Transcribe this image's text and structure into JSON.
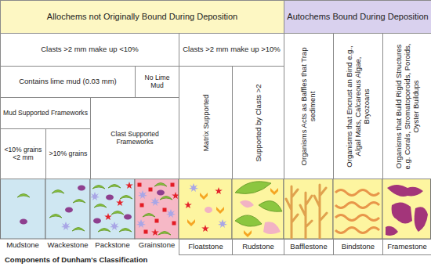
{
  "diagram": {
    "caption": "Components of Dunham's Classification",
    "nodes": [
      {
        "text": [
          "Allochems not Originally Bound During Deposition"
        ]
      },
      {
        "text": [
          "Autochems Bound During Deposition"
        ]
      },
      {
        "text": [
          "Clasts >2 mm make up <10%"
        ]
      },
      {
        "text": [
          "Clasts >2 mm make up >10%"
        ]
      },
      {
        "text": [
          "Organisms Acts as Baffles that Trap sediment"
        ]
      },
      {
        "text": [
          "Organisms that Encrust an Bind e.g., Algal Mats, Calcareous Algae, Bryozoans"
        ]
      },
      {
        "text": [
          "Organisms that Build Rigid Structures e.g. Corals, Stromatoporoids, Poroids, Oyster Buildups"
        ]
      },
      {
        "text": [
          "Contains lime mud (0.03 mm)"
        ]
      },
      {
        "text": [
          "No Lime Mud"
        ]
      },
      {
        "text": [
          "Matrix Supported"
        ]
      },
      {
        "text": [
          "Supported by Clasts >2"
        ]
      },
      {
        "text": [
          "Mud Supported Frameworks"
        ]
      },
      {
        "text": [
          "Clast Supported Frameworks"
        ]
      },
      {
        "text": [
          "<10% grains <2 mm"
        ]
      },
      {
        "text": [
          ">10% grains"
        ]
      },
      {
        "text": [
          "Floatstone"
        ]
      },
      {
        "text": [
          "Rudstone"
        ]
      },
      {
        "text": [
          "Bafflestone"
        ]
      },
      {
        "text": [
          "Bindstone"
        ]
      },
      {
        "text": [
          "Framestone"
        ]
      }
    ],
    "labels": [
      "Mudstone",
      "Wackestone",
      "Packstone",
      "Grainstone"
    ]
  }
}
